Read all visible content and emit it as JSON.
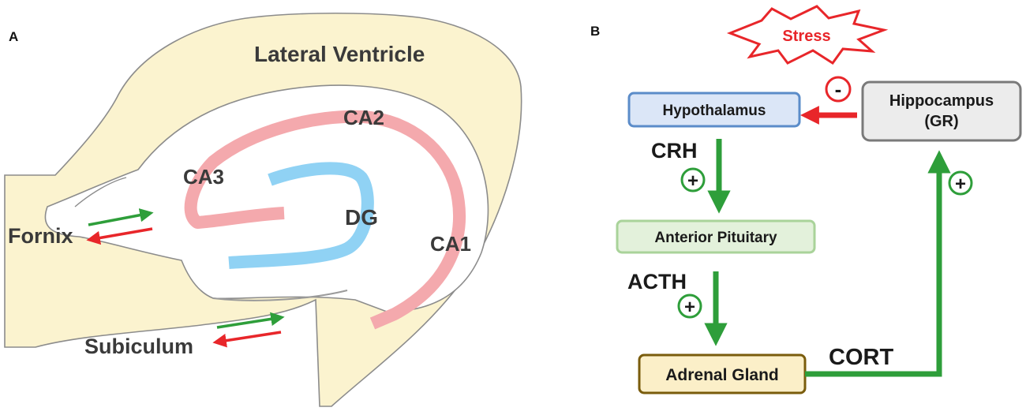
{
  "panel_a": {
    "label": "A",
    "regions": {
      "lateral_ventricle": "Lateral Ventricle",
      "ca1": "CA1",
      "ca2": "CA2",
      "ca3": "CA3",
      "dg": "DG",
      "fornix": "Fornix",
      "subiculum": "Subiculum"
    }
  },
  "panel_b": {
    "label": "B",
    "stress": "Stress",
    "boxes": {
      "hypothalamus": "Hypothalamus",
      "hippocampus_line1": "Hippocampus",
      "hippocampus_line2": "(GR)",
      "pituitary": "Anterior Pituitary",
      "adrenal": "Adrenal Gland"
    },
    "signals": {
      "crh": "CRH",
      "acth": "ACTH",
      "cort": "CORT"
    },
    "signs": {
      "positive": "+",
      "negative": "-"
    }
  },
  "colors": {
    "ventricle_fill": "#fbf3cf",
    "ventricle_stroke": "#8c8c8c",
    "ca_pink": "#f4a9ad",
    "dg_blue": "#90d2f4",
    "arrow_green": "#2e9e3a",
    "arrow_red": "#e8262a",
    "hypo_fill": "#dbe6f7",
    "hypo_stroke": "#5b8cc9",
    "hippo_fill": "#ececec",
    "hippo_stroke": "#7a7a7a",
    "pit_fill": "#e3f1db",
    "pit_stroke": "#a9d39a",
    "adrenal_fill": "#fbefc8",
    "adrenal_stroke": "#7a5c0c",
    "stress_red": "#e8262a"
  }
}
